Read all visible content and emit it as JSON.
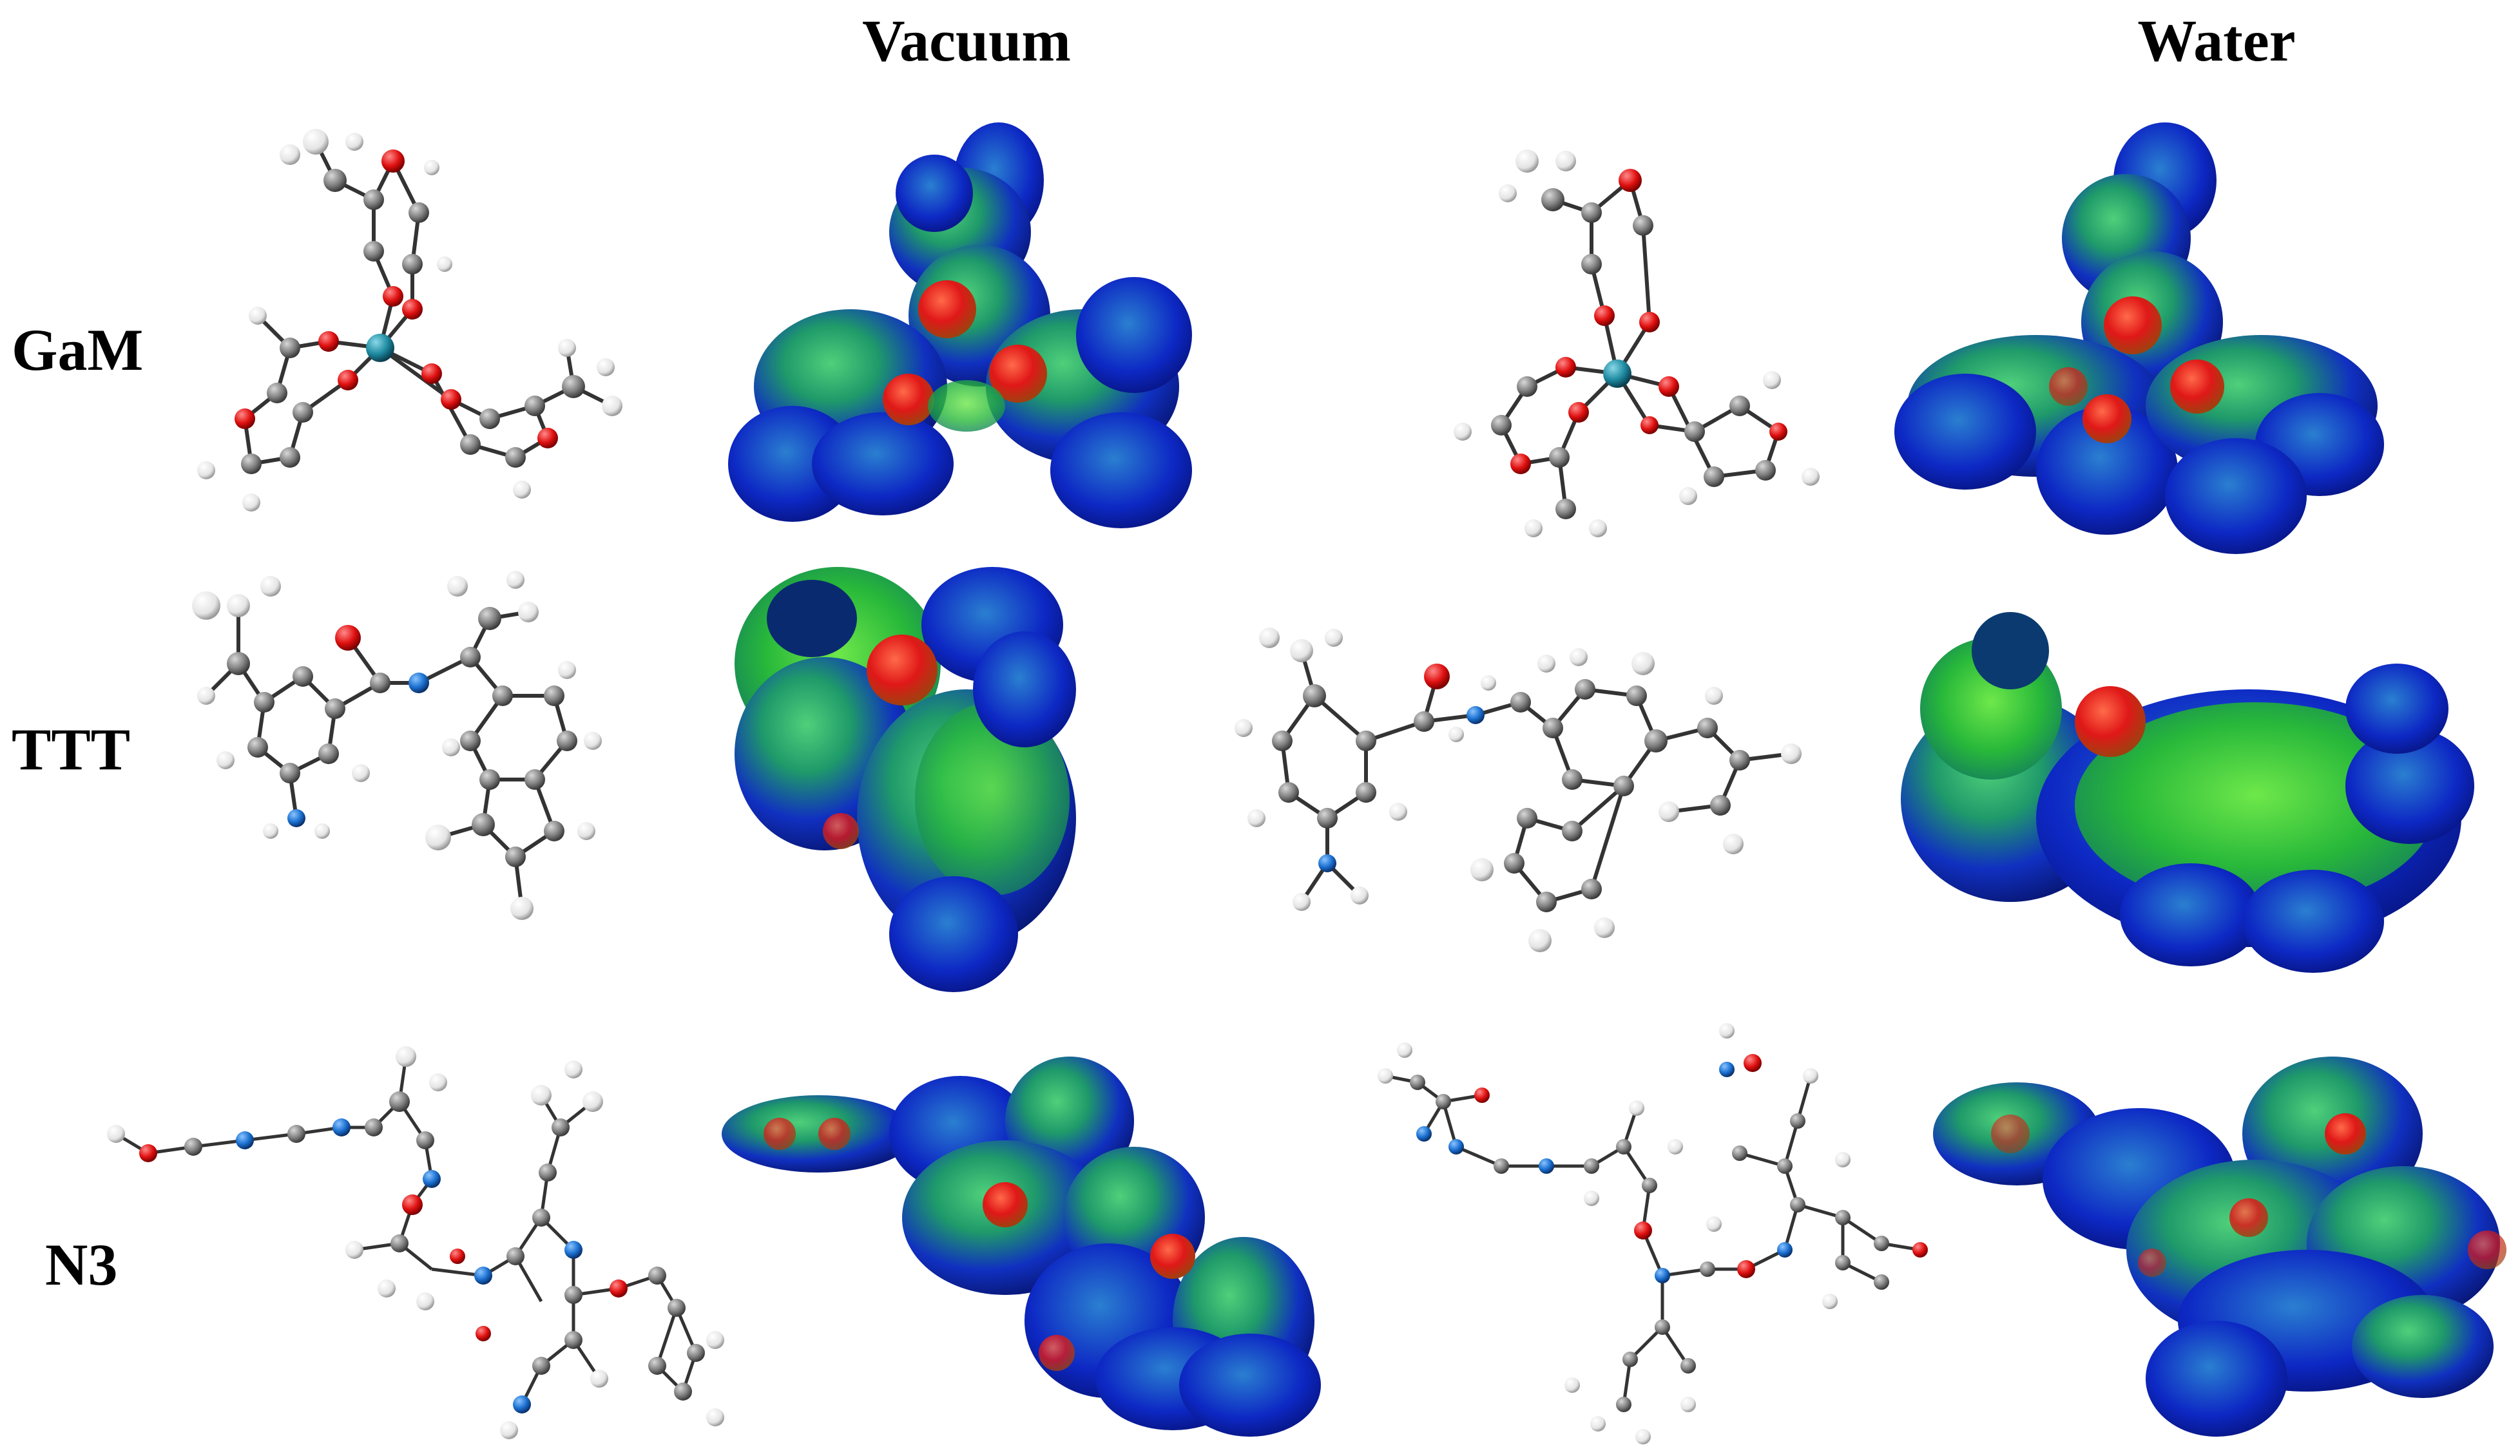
{
  "headers": {
    "vacuum": "Vacuum",
    "water": "Water"
  },
  "rows": [
    {
      "label": "GaM"
    },
    {
      "label": "TTT"
    },
    {
      "label": "N3"
    }
  ],
  "colors": {
    "carbon": "#7a7a7a",
    "hydrogen": "#e6e6e6",
    "oxygen": "#e01010",
    "nitrogen": "#1a6fd0",
    "metal": "#1e8aa0",
    "surface_low": "#0b1fb8",
    "surface_mid": "#22c02a",
    "surface_high": "#e01818"
  }
}
